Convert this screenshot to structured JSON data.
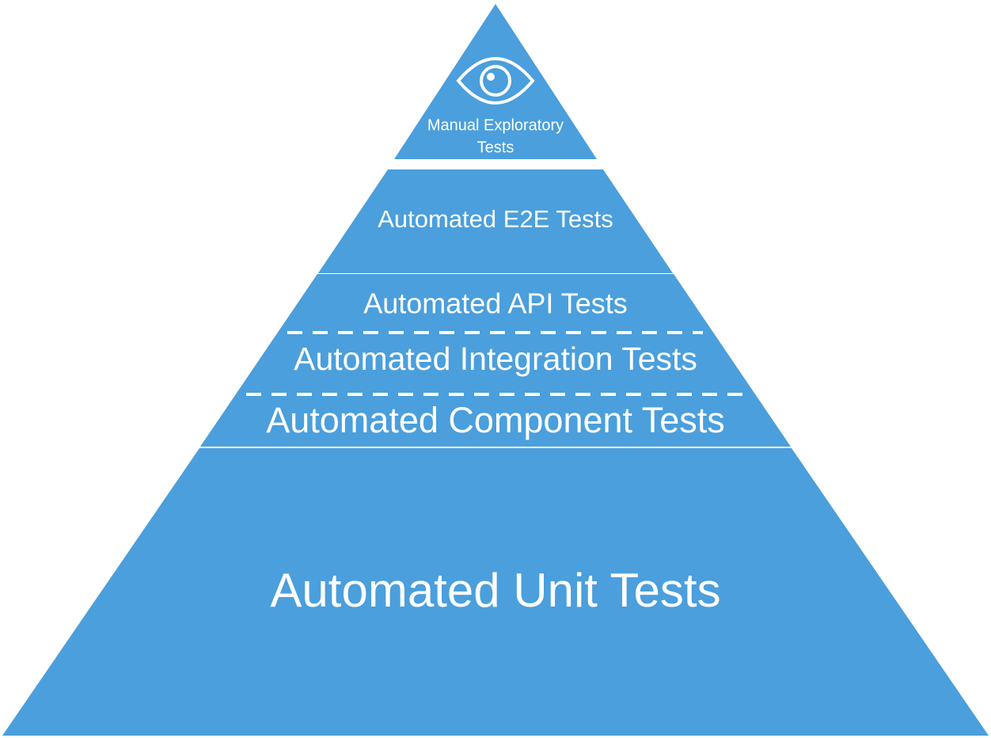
{
  "colors": {
    "tier_fill": "#4a9fdc",
    "separator": "#ffffff",
    "text": "#ffffff",
    "background": "#ffffff"
  },
  "tiers": [
    {
      "id": "manual",
      "icon": "eye-icon",
      "label_lines": [
        "Manual Exploratory",
        "Tests"
      ]
    },
    {
      "id": "e2e",
      "label": "Automated E2E Tests"
    },
    {
      "id": "service",
      "labels": [
        "Automated API Tests",
        "Automated Integration Tests",
        "Automated Component Tests"
      ]
    },
    {
      "id": "unit",
      "label": "Automated Unit Tests"
    }
  ]
}
